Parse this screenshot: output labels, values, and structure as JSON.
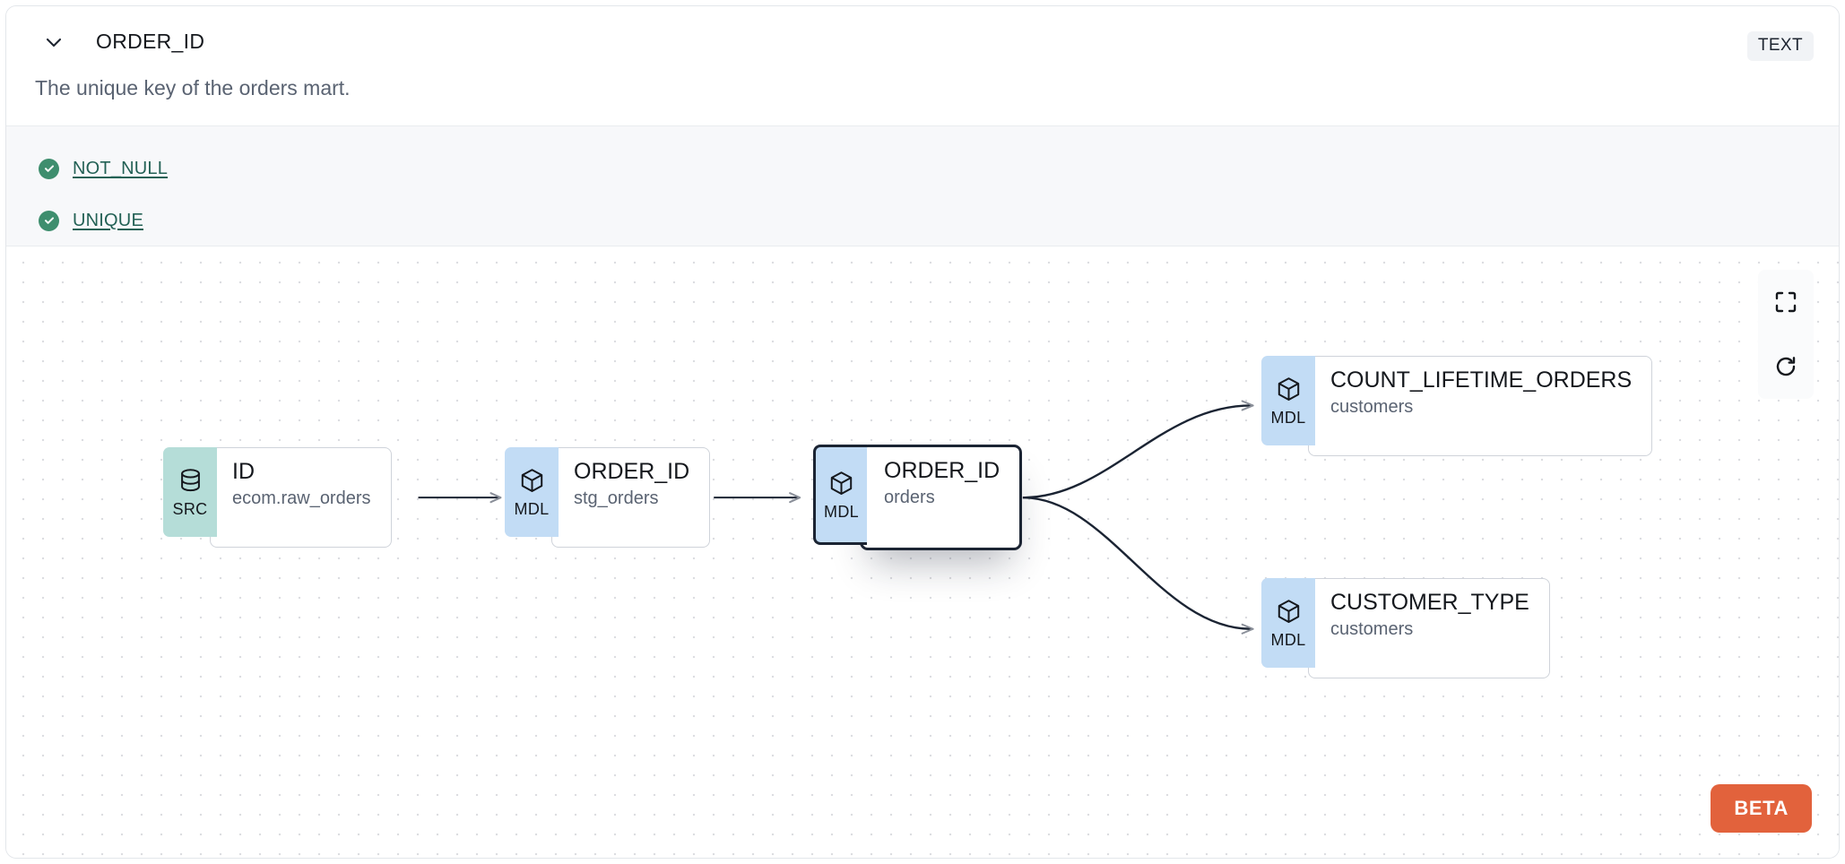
{
  "header": {
    "column_name": "ORDER_ID",
    "description": "The unique key of the orders mart.",
    "data_type_badge": "TEXT",
    "collapse_icon": "chevron-down-icon"
  },
  "tests": [
    {
      "label": "NOT_NULL",
      "status": "passed",
      "status_icon": "check-circle-icon"
    },
    {
      "label": "UNIQUE",
      "status": "passed",
      "status_icon": "check-circle-icon"
    }
  ],
  "lineage": {
    "nodes": [
      {
        "badge": "SRC",
        "badge_icon": "database-icon",
        "name": "ID",
        "subtitle": "ecom.raw_orders",
        "selected": false
      },
      {
        "badge": "MDL",
        "badge_icon": "cube-icon",
        "name": "ORDER_ID",
        "subtitle": "stg_orders",
        "selected": false
      },
      {
        "badge": "MDL",
        "badge_icon": "cube-icon",
        "name": "ORDER_ID",
        "subtitle": "orders",
        "selected": true
      },
      {
        "badge": "MDL",
        "badge_icon": "cube-icon",
        "name": "COUNT_LIFETIME_ORDERS",
        "subtitle": "customers",
        "selected": false
      },
      {
        "badge": "MDL",
        "badge_icon": "cube-icon",
        "name": "CUSTOMER_TYPE",
        "subtitle": "customers",
        "selected": false
      }
    ],
    "controls": [
      {
        "name": "fullscreen-button",
        "icon": "fullscreen-icon"
      },
      {
        "name": "refresh-button",
        "icon": "refresh-icon"
      }
    ],
    "beta_label": "BETA"
  },
  "colors": {
    "src_badge": "#b5ddd8",
    "mdl_badge": "#c2dcf5",
    "test_pass": "#3e8e6e",
    "test_link": "#236155",
    "beta": "#e2623c",
    "selected_outline": "#1b2433"
  }
}
